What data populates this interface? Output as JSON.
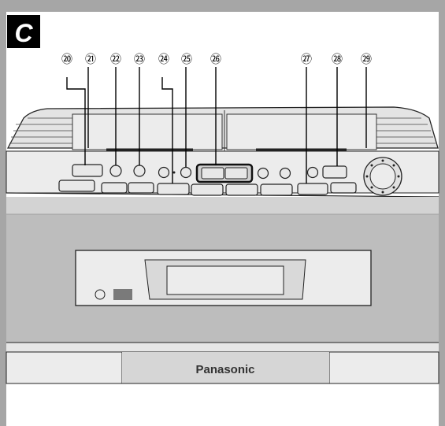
{
  "section_label": "C",
  "brand": "Panasonic",
  "callouts": [
    "⑳",
    "㉑",
    "㉒",
    "㉓",
    "㉔",
    "㉕",
    "㉖",
    "㉗",
    "㉘",
    "㉙"
  ],
  "colors": {
    "frame": "#a6a6a6",
    "body_light": "#ececec",
    "body_mid": "#d9d9d9",
    "body_dark": "#bdbdbd",
    "button": "#e8e8e8",
    "outline": "#222222",
    "label_bg": "#000000",
    "label_fg": "#ffffff"
  }
}
